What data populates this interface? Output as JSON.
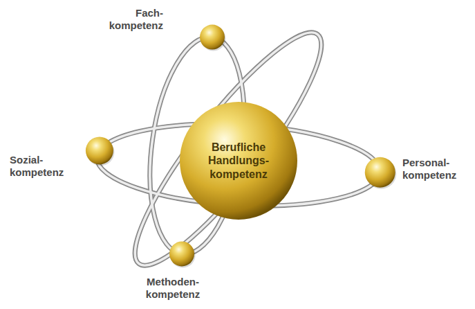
{
  "diagram": {
    "nodes": [
      {
        "text": [
          "Fach- kompetenz"
        ]
      },
      {
        "text": [
          "Sozial- kompetenz"
        ]
      },
      {
        "text": [
          "Berufliche Handlungs- kompetenz"
        ]
      },
      {
        "text": [
          "Personal- kompetenz"
        ]
      },
      {
        "text": [
          "Methoden- kompetenz"
        ]
      }
    ]
  }
}
